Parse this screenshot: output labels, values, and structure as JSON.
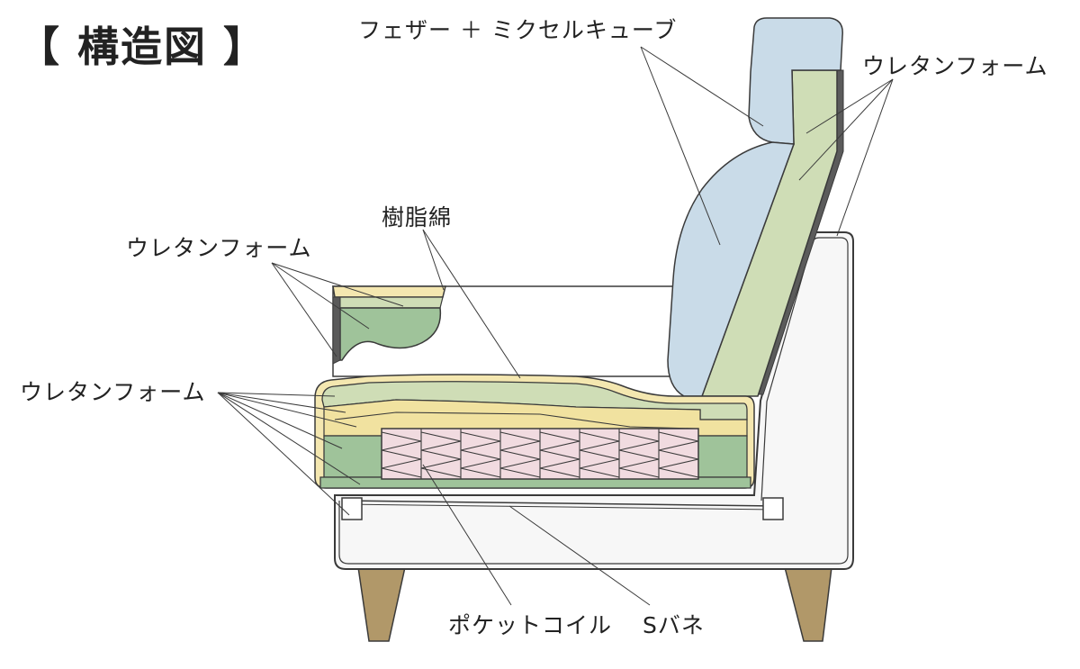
{
  "title": "【 構造図 】",
  "labels": {
    "feather": "フェザー ＋ ミクセルキューブ",
    "back_urethane": "ウレタンフォーム",
    "resin_cotton": "樹脂綿",
    "arm_urethane": "ウレタンフォーム",
    "seat_urethane": "ウレタンフォーム",
    "pocket_coil": "ポケットコイル",
    "s_spring": "Sバネ"
  },
  "colors": {
    "outline": "#3a3a3a",
    "feather_fill": "#c9dbe8",
    "urethane_light": "#cfddb6",
    "urethane_mid": "#9fc39a",
    "resin_cotton": "#f4e7b0",
    "pocket_coil": "#f1dbe0",
    "leg": "#b19869",
    "frame": "#f7f7f7"
  }
}
